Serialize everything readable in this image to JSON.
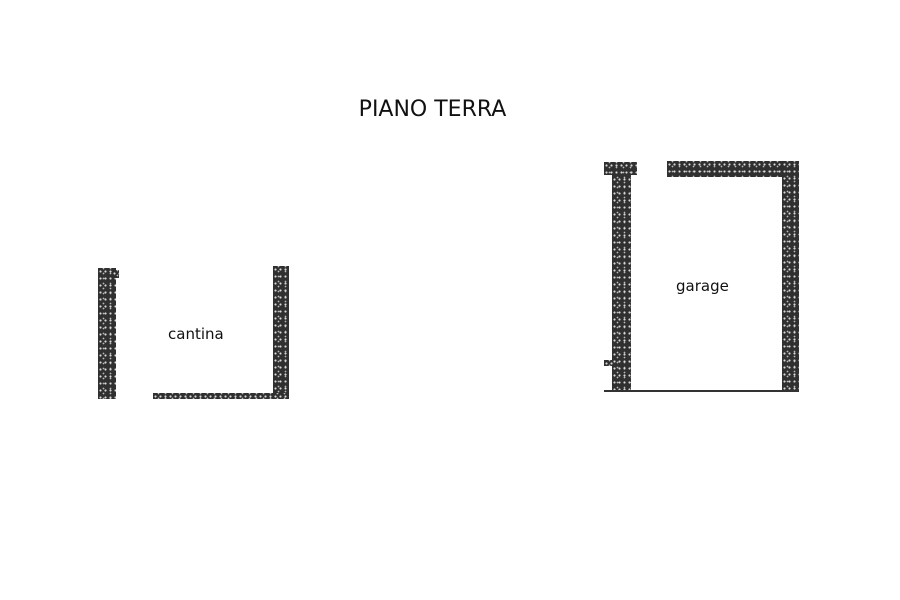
{
  "title": "PIANO TERRA",
  "rooms": [
    {
      "label": "cantina"
    },
    {
      "label": "garage"
    }
  ]
}
